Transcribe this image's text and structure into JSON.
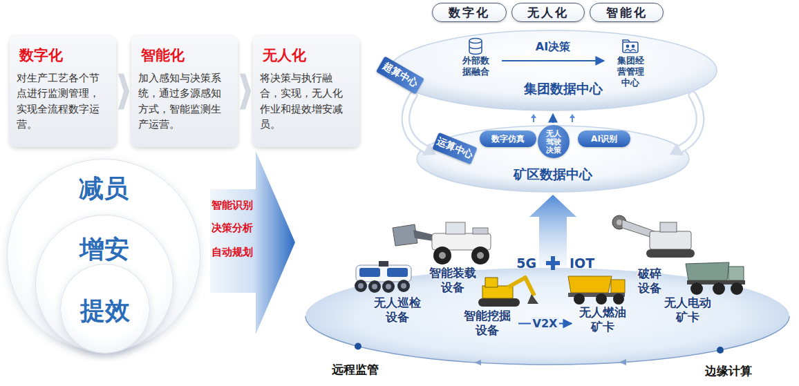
{
  "diagram": {
    "nodes": [
      {
        "text": [
          "数字化"
        ]
      },
      {
        "text": [
          "无人化"
        ]
      },
      {
        "text": [
          "智能化"
        ]
      },
      {
        "text": [
          "数字化",
          "对生产工艺各个节点进行监测管理，实现全流程数字运营。"
        ]
      },
      {
        "text": [
          "智能化",
          "加入感知与决策系统，通过多源感知方式，智能监测生产运营。"
        ]
      },
      {
        "text": [
          "无人化",
          "将决策与执行融合，实现，无人化作业和提效增安减员。"
        ]
      },
      {
        "text": [
          "集团数据中心"
        ]
      },
      {
        "text": [
          "外部数据融合"
        ],
        "in": 6
      },
      {
        "text": [
          "集团经营管理中心"
        ],
        "in": 6
      },
      {
        "text": [
          "超算中心"
        ]
      },
      {
        "text": [
          "矿区数据中心"
        ]
      },
      {
        "text": [
          "数字仿真"
        ],
        "in": 10
      },
      {
        "text": [
          "无人驾驶决策"
        ],
        "in": 10
      },
      {
        "text": [
          "AI识别"
        ],
        "in": 10
      },
      {
        "text": [
          "运算中心"
        ]
      },
      {
        "text": [
          "减员"
        ]
      },
      {
        "text": [
          "增安"
        ],
        "in": 15
      },
      {
        "text": [
          "提效"
        ],
        "in": 16
      },
      {
        "text": [
          "智能识别",
          "决策分析",
          "自动规划"
        ]
      },
      {
        "text": [
          "智能装载设备"
        ]
      },
      {
        "text": [
          "无人巡检设备"
        ]
      },
      {
        "text": [
          "智能挖掘设备"
        ]
      },
      {
        "text": [
          "无人燃油矿卡"
        ]
      },
      {
        "text": [
          "破碎设备"
        ]
      },
      {
        "text": [
          "无人电动矿卡"
        ]
      },
      {
        "text": [
          "远程监管",
          "边缘计算"
        ]
      }
    ],
    "edges": [
      {
        "from": 3,
        "to": 4,
        "arrow": "to"
      },
      {
        "from": 4,
        "to": 5,
        "arrow": "to"
      },
      {
        "from": 7,
        "to": 8,
        "label": "AI决策",
        "arrow": "to"
      },
      {
        "from": 10,
        "to": 6,
        "arrow": "to"
      },
      {
        "from": 25,
        "to": 10,
        "arrow": "to"
      },
      {
        "from": 21,
        "to": 22,
        "label": "V2X",
        "arrow": "to"
      }
    ],
    "labels": [
      "5G",
      "IOT"
    ]
  }
}
